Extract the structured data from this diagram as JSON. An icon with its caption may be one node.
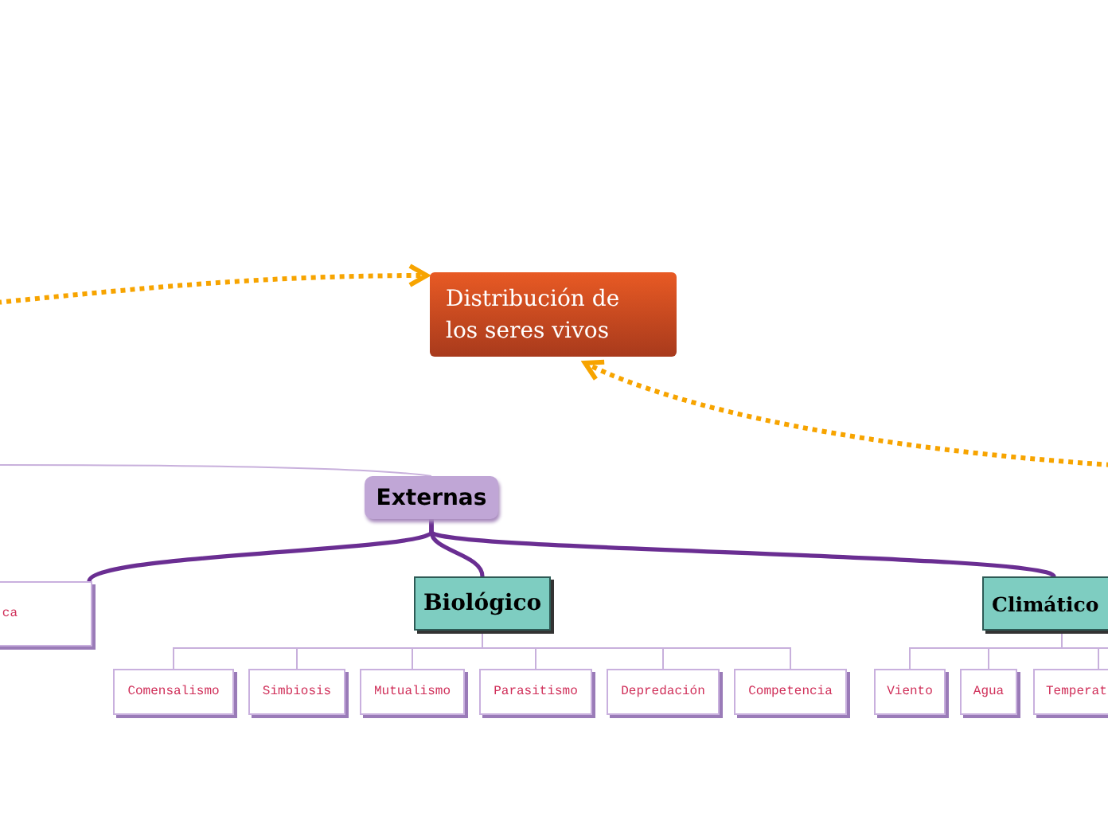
{
  "diagram": {
    "nodes": [
      {
        "text": [
          "Distribución de los seres vivos"
        ]
      },
      {
        "text": [
          "Externas"
        ]
      },
      {
        "text": [
          "ca"
        ]
      },
      {
        "text": [
          "Biológico"
        ]
      },
      {
        "text": [
          "Comensalismo"
        ]
      },
      {
        "text": [
          "Simbiosis"
        ]
      },
      {
        "text": [
          "Mutualismo"
        ]
      },
      {
        "text": [
          "Parasitismo"
        ]
      },
      {
        "text": [
          "Depredación"
        ]
      },
      {
        "text": [
          "Competencia"
        ]
      },
      {
        "text": [
          "Climático"
        ]
      },
      {
        "text": [
          "Viento"
        ]
      },
      {
        "text": [
          "Agua"
        ]
      },
      {
        "text": [
          "Temperat"
        ]
      }
    ],
    "edges": [
      {
        "from": null,
        "to": 0,
        "arrow": "to",
        "style": "dashed",
        "color": "#f7a400"
      },
      {
        "from": null,
        "to": 0,
        "arrow": "to",
        "style": "dashed",
        "color": "#f7a400"
      },
      {
        "from": 1,
        "to": null,
        "arrow": "none"
      },
      {
        "from": 1,
        "to": 2,
        "arrow": "none",
        "style": "thick",
        "color": "#6a2e92"
      },
      {
        "from": 1,
        "to": 3,
        "arrow": "none",
        "style": "thick",
        "color": "#6a2e92"
      },
      {
        "from": 1,
        "to": 10,
        "arrow": "none",
        "style": "thick",
        "color": "#6a2e92"
      },
      {
        "from": 3,
        "to": 4,
        "arrow": "none"
      },
      {
        "from": 3,
        "to": 5,
        "arrow": "none"
      },
      {
        "from": 3,
        "to": 6,
        "arrow": "none"
      },
      {
        "from": 3,
        "to": 7,
        "arrow": "none"
      },
      {
        "from": 3,
        "to": 8,
        "arrow": "none"
      },
      {
        "from": 3,
        "to": 9,
        "arrow": "none"
      },
      {
        "from": 10,
        "to": 11,
        "arrow": "none"
      },
      {
        "from": 10,
        "to": 12,
        "arrow": "none"
      },
      {
        "from": 10,
        "to": 13,
        "arrow": "none"
      },
      {
        "from": 10,
        "to": null,
        "arrow": "none"
      }
    ]
  }
}
